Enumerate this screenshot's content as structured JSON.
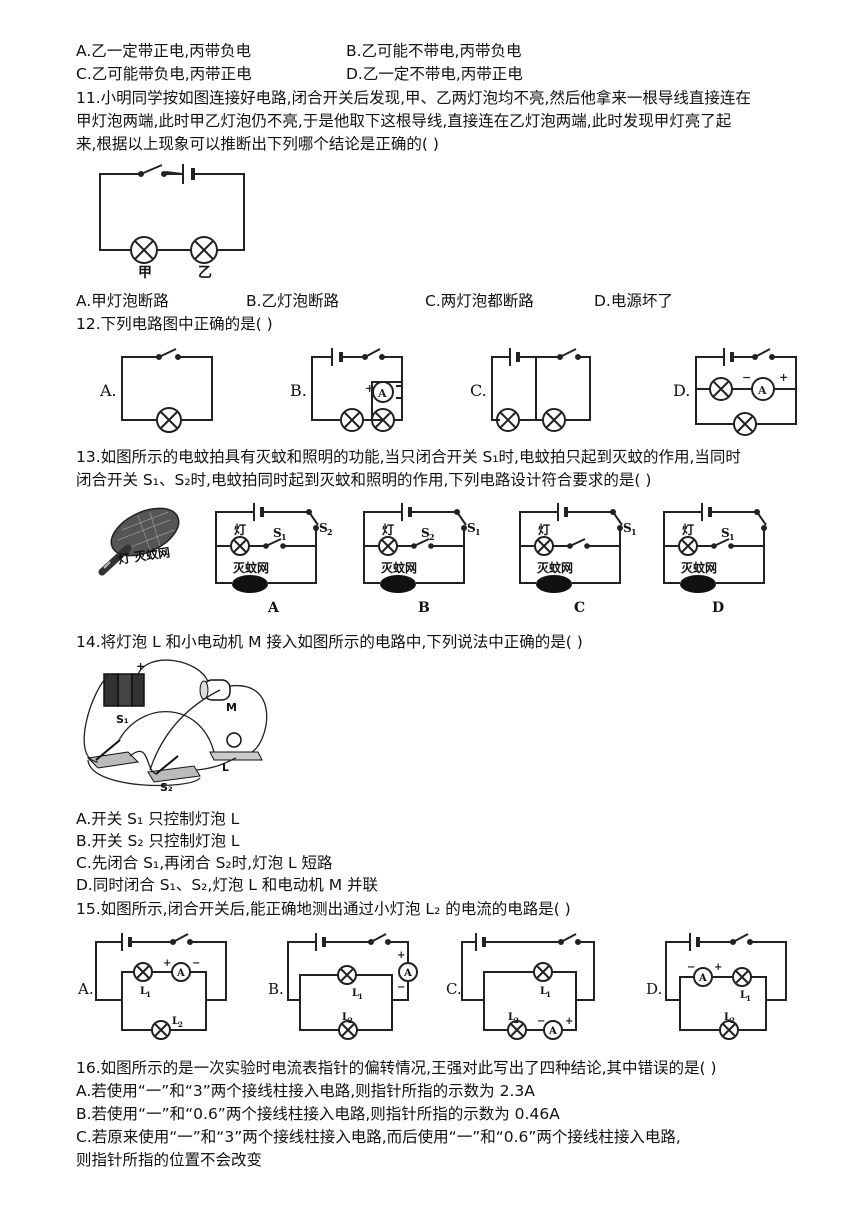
{
  "q10": {
    "options": [
      "A.乙一定带正电,丙带负电",
      "B.乙可能不带电,丙带负电",
      "C.乙可能带负电,丙带正电",
      "D.乙一定不带电,丙带正电"
    ]
  },
  "q11": {
    "stem": [
      "11.小明同学按如图连接好电路,闭合开关后发现,甲、乙两灯泡均不亮,然后他拿来一根导线直接连在",
      "甲灯泡两端,此时甲乙灯泡仍不亮,于是他取下这根导线,直接连在乙灯泡两端,此时发现甲灯亮了起",
      "来,根据以上现象可以推断出下列哪个结论是正确的(          )"
    ],
    "figure_labels": [
      "甲",
      "乙"
    ],
    "options": [
      "A.甲灯泡断路",
      "B.乙灯泡断路",
      "C.两灯泡都断路",
      "D.电源坏了"
    ]
  },
  "q12": {
    "stem": "12.下列电路图中正确的是(          )",
    "figure_labels": [
      "A.",
      "B.",
      "C.",
      "D."
    ]
  },
  "q13": {
    "stem": [
      "13.如图所示的电蚊拍具有灭蚊和照明的功能,当只闭合开关 S₁时,电蚊拍只起到灭蚊的作用,当同时",
      "闭合开关 S₁、S₂时,电蚊拍同时起到灭蚊和照明的作用,下列电路设计符合要求的是(          )"
    ],
    "photo_caption": "灯 灭蚊网",
    "circuit_texts": [
      "灯",
      "灭蚊网",
      "S₁",
      "S₂"
    ],
    "figure_labels": [
      "A",
      "B",
      "C",
      "D"
    ]
  },
  "q14": {
    "stem": "14.将灯泡 L 和小电动机 M 接入如图所示的电路中,下列说法中正确的是(          )",
    "figure_labels": [
      "S₁",
      "S₂",
      "M",
      "L"
    ],
    "options": [
      "A.开关 S₁ 只控制灯泡 L",
      "B.开关 S₂ 只控制灯泡 L",
      "C.先闭合 S₁,再闭合 S₂时,灯泡 L 短路",
      "D.同时闭合 S₁、S₂,灯泡 L 和电动机 M 并联"
    ]
  },
  "q15": {
    "stem": "15.如图所示,闭合开关后,能正确地测出通过小灯泡 L₂ 的电流的电路是(          )",
    "figure_labels": [
      "A.",
      "B.",
      "C.",
      "D."
    ],
    "meter_text": "A",
    "lamp_labels": [
      "L₁",
      "L₂"
    ]
  },
  "q16": {
    "stem": "16.如图所示的是一次实验时电流表指针的偏转情况,王强对此写出了四种结论,其中错误的是(          )",
    "options": [
      "A.若使用“一”和“3”两个接线柱接入电路,则指针所指的示数为 2.3A",
      "B.若使用“一”和“0.6”两个接线柱接入电路,则指针所指的示数为 0.46A",
      "C.若原来使用“一”和“3”两个接线柱接入电路,而后使用“一”和“0.6”两个接线柱接入电路,",
      "则指针所指的位置不会改变"
    ]
  }
}
